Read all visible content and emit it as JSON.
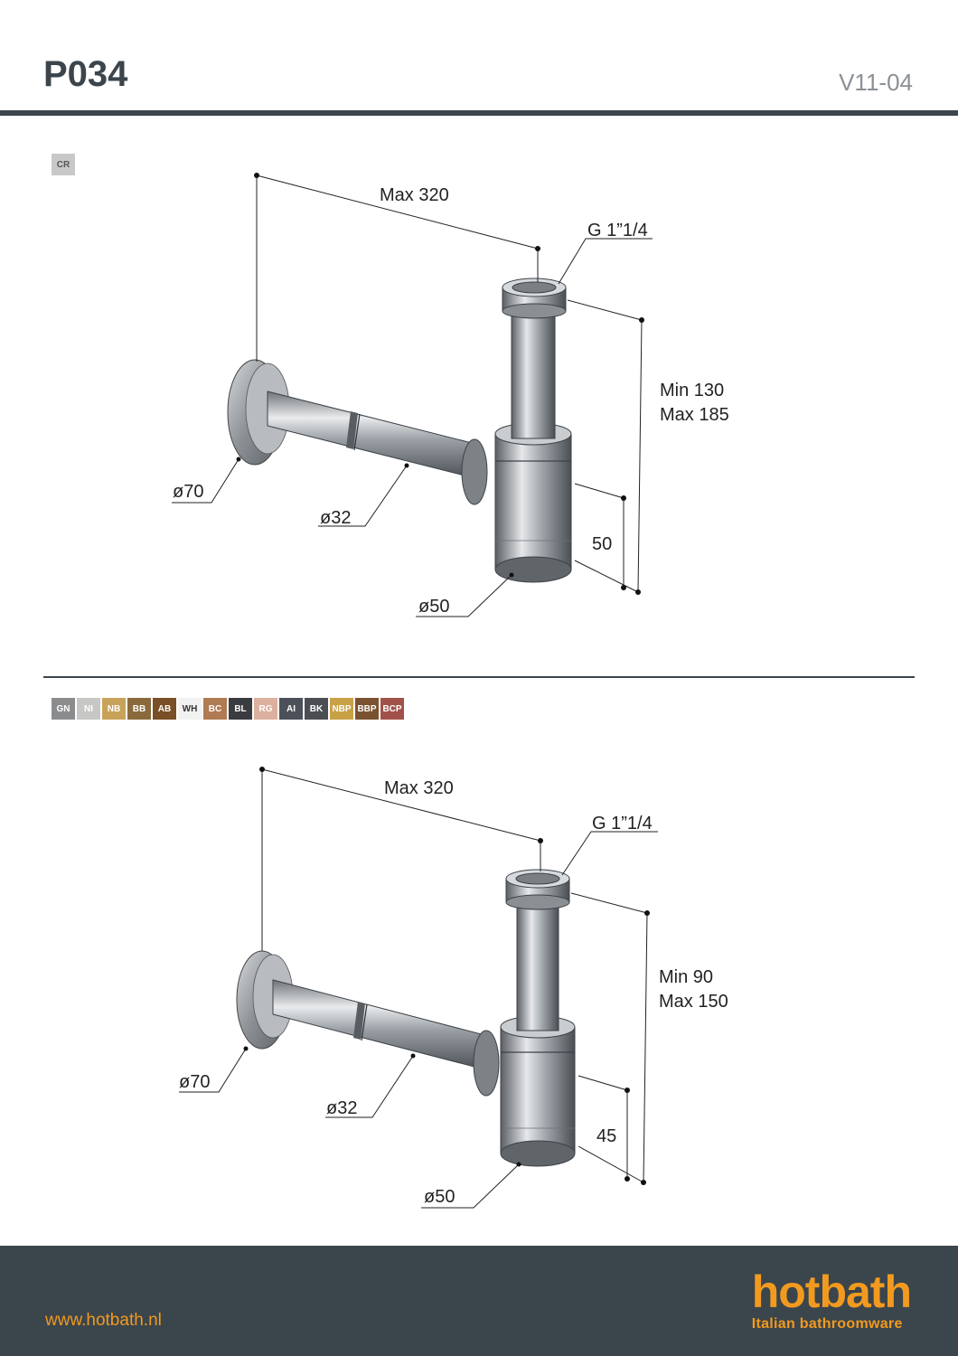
{
  "header": {
    "product_code": "P034",
    "version": "V11-04"
  },
  "section_top": {
    "swatches": [
      {
        "code": "CR",
        "color": "#c8c8c8",
        "text_color": "#555555"
      }
    ],
    "labels": {
      "max_width": "Max 320",
      "thread": "G 1”1/4",
      "height_min": "Min 130",
      "height_max": "Max 185",
      "flange_diameter": "ø70",
      "pipe_diameter": "ø32",
      "body_diameter": "ø50",
      "lower_height": "50"
    }
  },
  "section_bottom": {
    "swatches": [
      {
        "code": "GN",
        "color": "#8a8c8e",
        "text_color": "#ffffff"
      },
      {
        "code": "NI",
        "color": "#c7c7c5",
        "text_color": "#ffffff"
      },
      {
        "code": "NB",
        "color": "#c9a25a",
        "text_color": "#ffffff"
      },
      {
        "code": "BB",
        "color": "#8a6a3c",
        "text_color": "#ffffff"
      },
      {
        "code": "AB",
        "color": "#7a4e26",
        "text_color": "#ffffff"
      },
      {
        "code": "WH",
        "color": "#f2f2f2",
        "text_color": "#333333"
      },
      {
        "code": "BC",
        "color": "#b07a52",
        "text_color": "#ffffff"
      },
      {
        "code": "BL",
        "color": "#3a3c40",
        "text_color": "#ffffff"
      },
      {
        "code": "RG",
        "color": "#dcb09e",
        "text_color": "#ffffff"
      },
      {
        "code": "AI",
        "color": "#4c5058",
        "text_color": "#ffffff"
      },
      {
        "code": "BK",
        "color": "#4a4d52",
        "text_color": "#ffffff"
      },
      {
        "code": "NBP",
        "color": "#c8a045",
        "text_color": "#ffffff"
      },
      {
        "code": "BBP",
        "color": "#7a5230",
        "text_color": "#ffffff"
      },
      {
        "code": "BCP",
        "color": "#a2514a",
        "text_color": "#ffffff"
      }
    ],
    "labels": {
      "max_width": "Max 320",
      "thread": "G 1”1/4",
      "height_min": "Min 90",
      "height_max": "Max 150",
      "flange_diameter": "ø70",
      "pipe_diameter": "ø32",
      "body_diameter": "ø50",
      "lower_height": "45"
    }
  },
  "footer": {
    "website": "www.hotbath.nl",
    "logo_word": "hotbath",
    "logo_tagline": "Italian bathroomware",
    "accent_color": "#f29a1f"
  }
}
